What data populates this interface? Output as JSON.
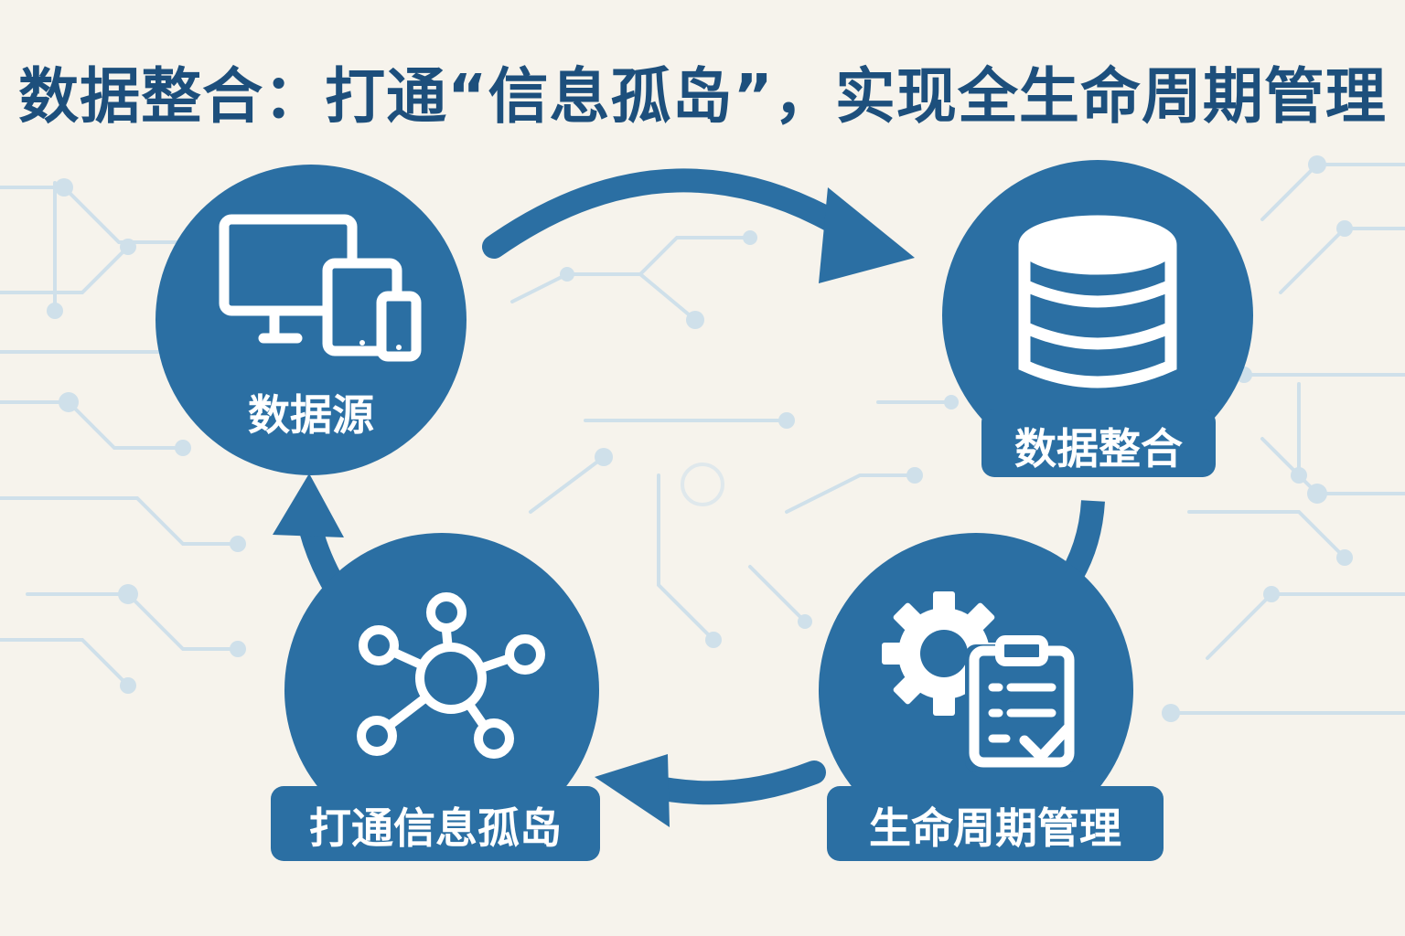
{
  "title": "数据整合：打通“信息孤岛”，实现全生命周期管理",
  "colors": {
    "primary": "#2b6fa3",
    "title": "#1d4f7c",
    "background": "#f6f3ec",
    "circuit": "#cfe0ea",
    "icon_stroke": "#ffffff"
  },
  "nodes": [
    {
      "id": "data-source",
      "label": "数据源",
      "icon": "devices-icon"
    },
    {
      "id": "data-integration",
      "label": "数据整合",
      "icon": "database-icon"
    },
    {
      "id": "lifecycle-management",
      "label": "生命周期管理",
      "icon": "gear-clipboard-icon"
    },
    {
      "id": "break-silos",
      "label": "打通信息孤岛",
      "icon": "network-hub-icon"
    }
  ],
  "flow": [
    {
      "from": "数据源",
      "to": "数据整合"
    },
    {
      "from": "数据整合",
      "to": "生命周期管理"
    },
    {
      "from": "生命周期管理",
      "to": "打通信息孤岛"
    },
    {
      "from": "打通信息孤岛",
      "to": "数据源"
    }
  ]
}
